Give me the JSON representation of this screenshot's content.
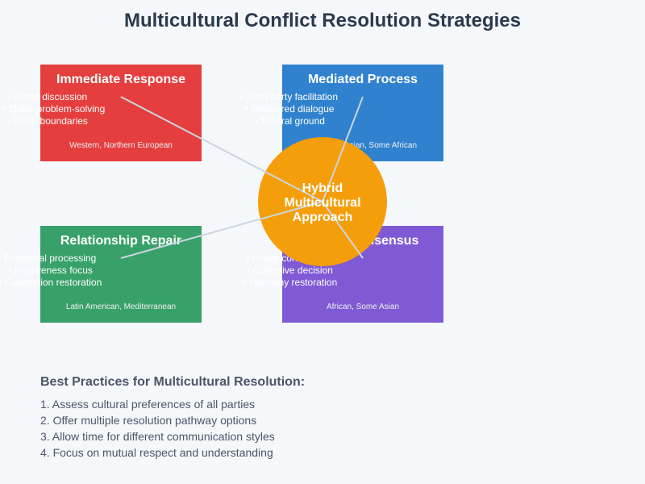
{
  "title": "Multicultural Conflict Resolution Strategies",
  "colors": {
    "immediate": "#e53e3e",
    "mediated": "#3182ce",
    "relationship": "#38a169",
    "consensus": "#805ad5",
    "hub": "#f59e0b",
    "connector": "#cbd5e0"
  },
  "boxes": {
    "immediate": {
      "title": "Immediate Response",
      "items": [
        "• Direct discussion",
        "• Quick problem-solving",
        "• Clear boundaries"
      ],
      "footer": "Western, Northern European"
    },
    "mediated": {
      "title": "Mediated Process",
      "items": [
        "• Third-party facilitation",
        "• Structured dialogue",
        "• Neutral ground"
      ],
      "footer": "Asian, Some African"
    },
    "relationship": {
      "title": "Relationship Repair",
      "items": [
        "• Emotional processing",
        "• Forgiveness focus",
        "• Connection restoration"
      ],
      "footer": "Latin American, Mediterranean"
    },
    "consensus": {
      "title": "Group Consensus",
      "items": [
        "• Group consensus",
        "• Collective decision",
        "• Harmony restoration"
      ],
      "footer": "African, Some Asian"
    }
  },
  "hub": {
    "line1": "Hybrid",
    "line2": "Multicultural",
    "line3": "Approach"
  },
  "practices": {
    "title": "Best Practices for Multicultural Resolution:",
    "items": [
      "1. Assess cultural preferences of all parties",
      "2. Offer multiple resolution pathway options",
      "3. Allow time for different communication styles",
      "4. Focus on mutual respect and understanding"
    ]
  }
}
